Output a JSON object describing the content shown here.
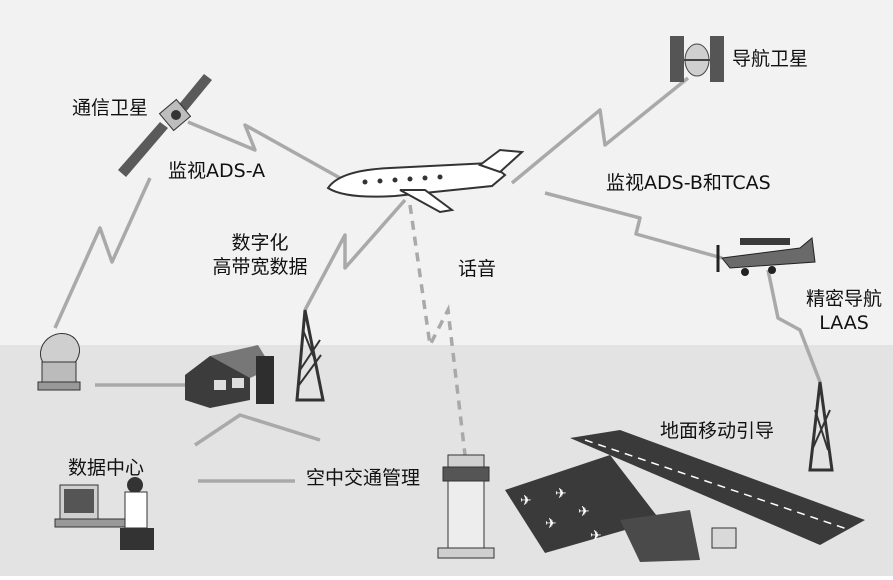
{
  "labels": {
    "comm_satellite": "通信卫星",
    "nav_satellite": "导航卫星",
    "surveillance_ads_a": "监视ADS-A",
    "surveillance_ads_b_tcas": "监视ADS-B和TCAS",
    "digital_broadband_line1": "数字化",
    "digital_broadband_line2": "高带宽数据",
    "voice": "话音",
    "precision_nav_line1": "精密导航",
    "precision_nav_line2": "LAAS",
    "ground_guidance": "地面移动引导",
    "data_center": "数据中心",
    "atm": "空中交通管理"
  },
  "icons": {
    "comm_satellite": "satellite-icon",
    "nav_satellite": "gps-satellite-icon",
    "jet": "jet-aircraft-icon",
    "propeller_plane": "propeller-aircraft-icon",
    "dish": "satellite-dish-icon",
    "building": "building-icon",
    "tower_left": "antenna-tower-icon",
    "tower_right": "antenna-tower-icon",
    "control_tower": "control-tower-icon",
    "workstation": "computer-workstation-icon"
  },
  "colors": {
    "sky": "#f2f2f2",
    "ground": "#e3e3e3",
    "link": "#a6a6a6",
    "runway": "#3a3a3a"
  }
}
